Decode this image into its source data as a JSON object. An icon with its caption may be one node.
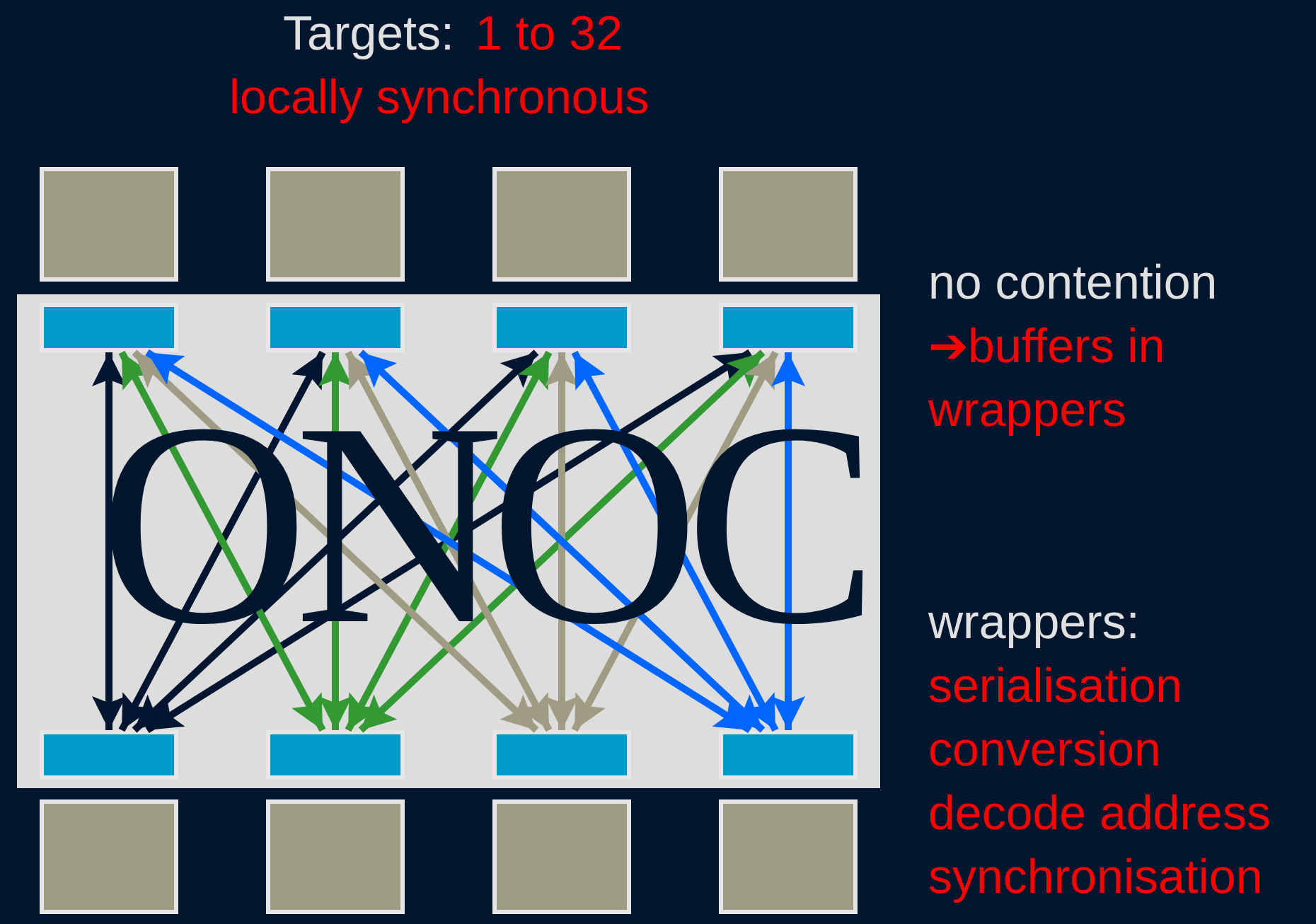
{
  "diagram": {
    "nodes": [
      {
        "text": [],
        "shape": "box"
      },
      {
        "text": [],
        "shape": "box"
      },
      {
        "text": [],
        "shape": "box"
      },
      {
        "text": [],
        "shape": "box"
      },
      {
        "text": [],
        "shape": "bar",
        "in": 8
      },
      {
        "text": [],
        "shape": "bar",
        "in": 8
      },
      {
        "text": [],
        "shape": "bar",
        "in": 8
      },
      {
        "text": [],
        "shape": "bar",
        "in": 8
      },
      {
        "text": [
          "ONOC"
        ]
      },
      {
        "text": [],
        "shape": "bar",
        "in": 8
      },
      {
        "text": [],
        "shape": "bar",
        "in": 8
      },
      {
        "text": [],
        "shape": "bar",
        "in": 8
      },
      {
        "text": [],
        "shape": "bar",
        "in": 8
      },
      {
        "text": [],
        "shape": "box"
      },
      {
        "text": [],
        "shape": "box"
      },
      {
        "text": [],
        "shape": "box"
      },
      {
        "text": [],
        "shape": "box"
      }
    ],
    "edges": [
      {
        "from": 9,
        "to": 4,
        "arrow": "both",
        "color": "#001530"
      },
      {
        "from": 9,
        "to": 5,
        "arrow": "both",
        "color": "#001530"
      },
      {
        "from": 9,
        "to": 6,
        "arrow": "both",
        "color": "#001530"
      },
      {
        "from": 9,
        "to": 7,
        "arrow": "both",
        "color": "#001530"
      },
      {
        "from": 10,
        "to": 4,
        "arrow": "both",
        "color": "#339933"
      },
      {
        "from": 10,
        "to": 5,
        "arrow": "both",
        "color": "#339933"
      },
      {
        "from": 10,
        "to": 6,
        "arrow": "both",
        "color": "#339933"
      },
      {
        "from": 10,
        "to": 7,
        "arrow": "both",
        "color": "#339933"
      },
      {
        "from": 11,
        "to": 4,
        "arrow": "both",
        "color": "#a09c84"
      },
      {
        "from": 11,
        "to": 5,
        "arrow": "both",
        "color": "#a09c84"
      },
      {
        "from": 11,
        "to": 6,
        "arrow": "both",
        "color": "#a09c84"
      },
      {
        "from": 11,
        "to": 7,
        "arrow": "both",
        "color": "#a09c84"
      },
      {
        "from": 12,
        "to": 4,
        "arrow": "both",
        "color": "#0066ff"
      },
      {
        "from": 12,
        "to": 5,
        "arrow": "both",
        "color": "#0066ff"
      },
      {
        "from": 12,
        "to": 6,
        "arrow": "both",
        "color": "#0066ff"
      },
      {
        "from": 12,
        "to": 7,
        "arrow": "both",
        "color": "#0066ff"
      }
    ],
    "labels": [
      "Targets:",
      "1 to 32",
      "locally synchronous",
      "no contention",
      "➔buffers in wrappers",
      "wrappers:",
      "serialisation",
      "conversion",
      "decode address",
      "synchronisation"
    ]
  }
}
